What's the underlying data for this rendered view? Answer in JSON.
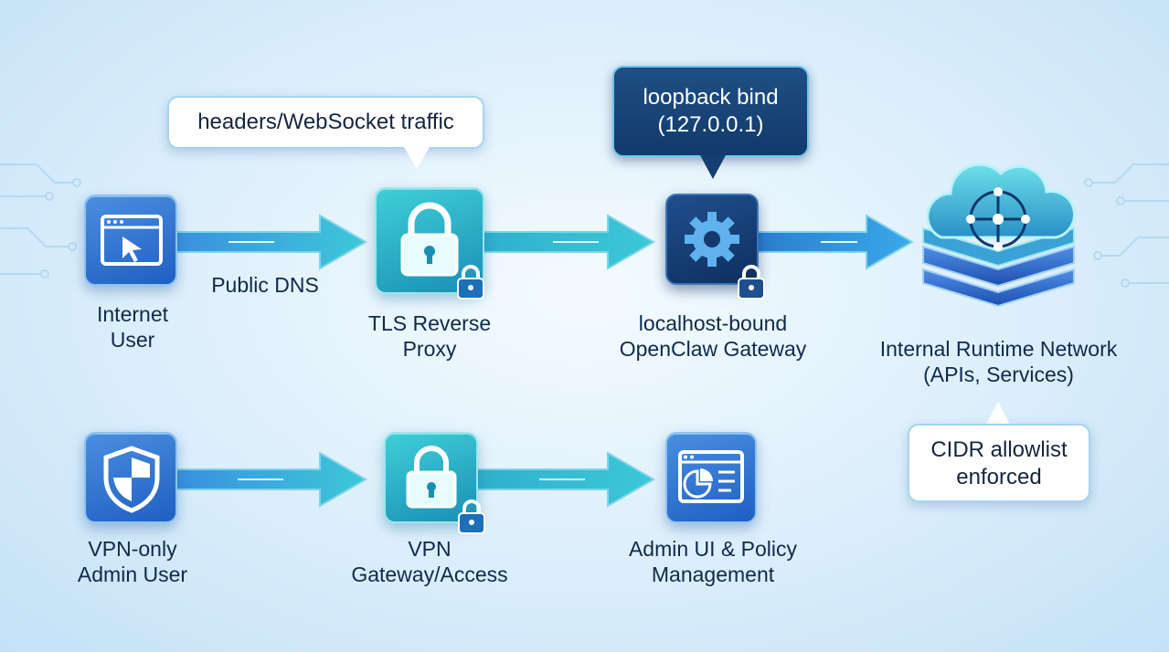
{
  "nodes": {
    "internet_user": "Internet\nUser",
    "tls_proxy": "TLS Reverse\nProxy",
    "gateway": "localhost-bound\nOpenClaw Gateway",
    "runtime_network": "Internal Runtime Network\n(APIs, Services)",
    "vpn_admin": "VPN-only\nAdmin User",
    "vpn_gateway": "VPN\nGateway/Access",
    "admin_ui": "Admin UI & Policy\nManagement"
  },
  "edges": {
    "public_dns": "Public DNS"
  },
  "callouts": {
    "headers": "headers/WebSocket traffic",
    "loopback": "loopback bind\n(127.0.0.1)",
    "cidr": "CIDR allowlist\nenforced"
  },
  "icons": {
    "internet_user": "browser-cursor-icon",
    "tls_proxy": "padlock-icon",
    "gateway": "gear-icon",
    "runtime_network": "cloud-network-icon",
    "vpn_admin": "shield-icon",
    "vpn_gateway": "padlock-icon",
    "admin_ui": "dashboard-icon"
  },
  "colors": {
    "blue": "#2a6fd0",
    "teal": "#2bb5c8",
    "navy": "#153d6f",
    "arrow": "#2fb8d4"
  }
}
